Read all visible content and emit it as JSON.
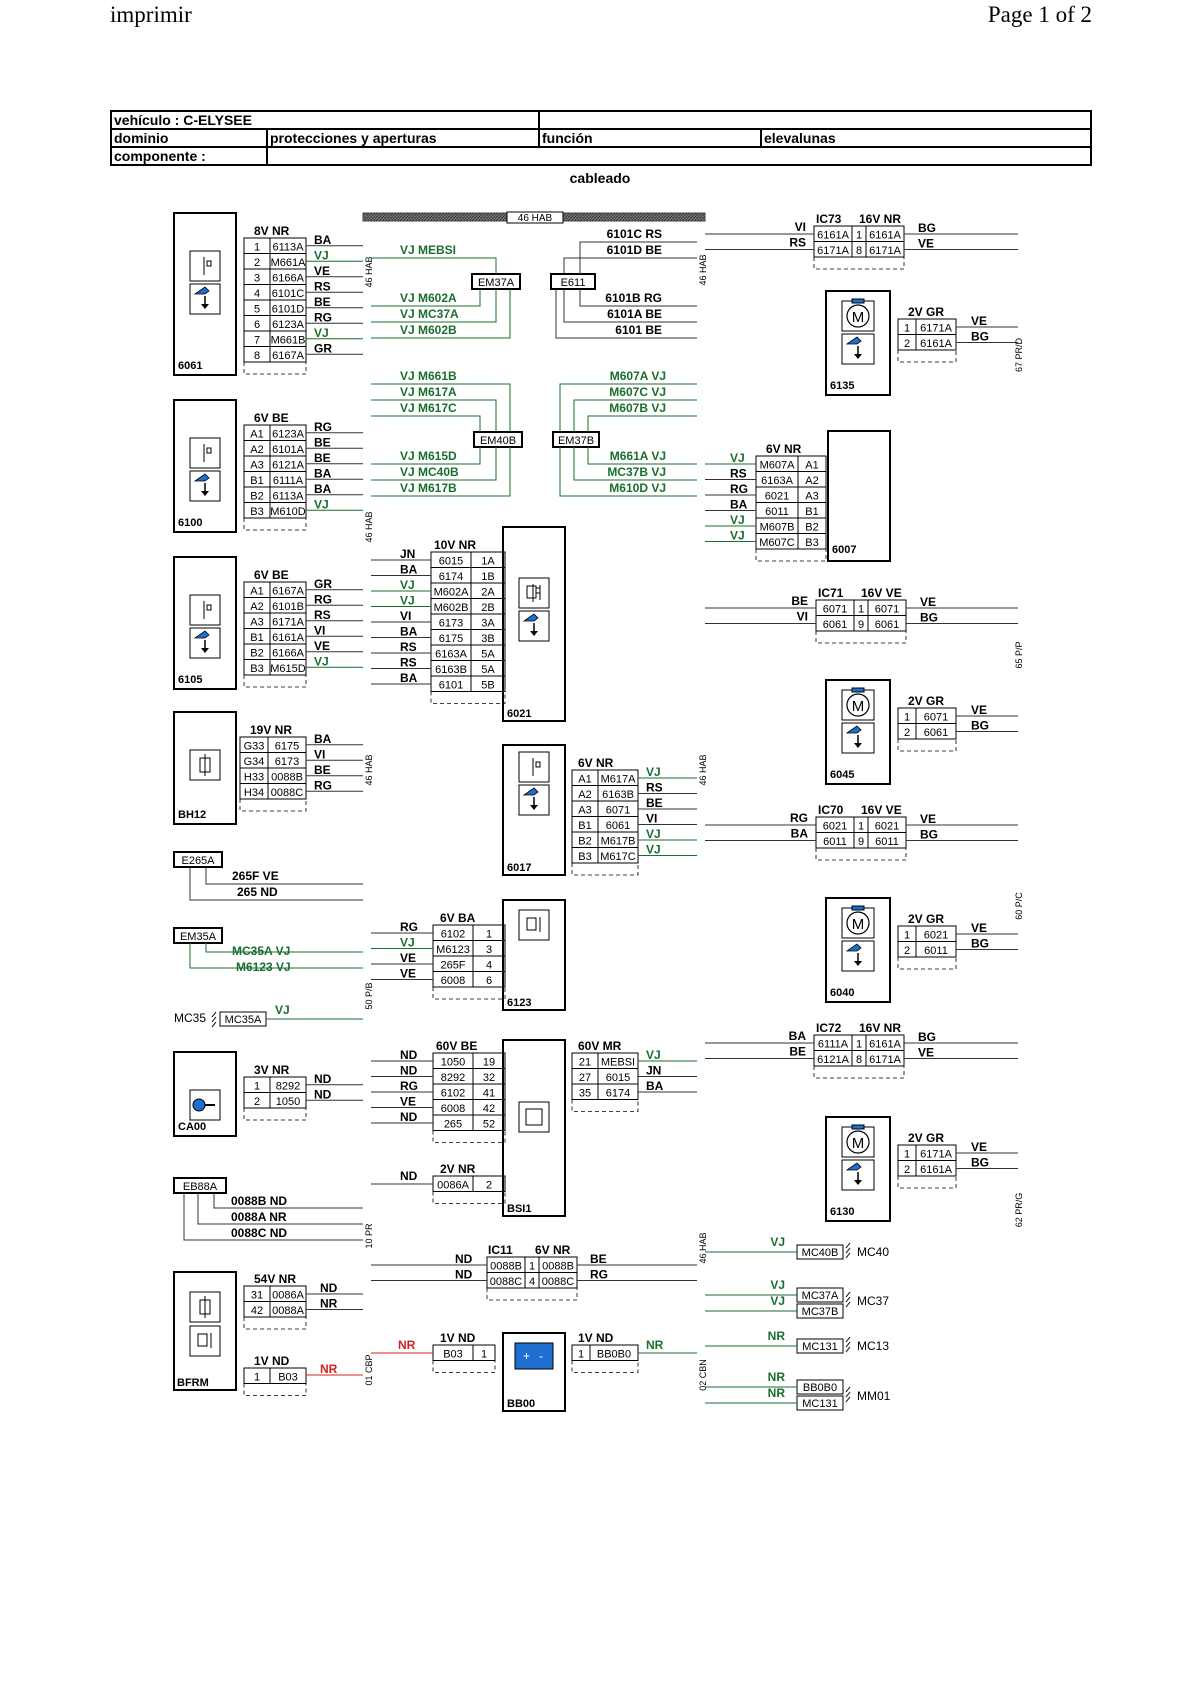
{
  "page": {
    "left": "imprimir",
    "right": "Page 1 of 2"
  },
  "header": {
    "vehiculo_label": "vehículo : C-ELYSEE",
    "dominio_label": "dominio",
    "dominio_value": "protecciones y aperturas",
    "funcion_label": "función",
    "funcion_value": "elevalunas",
    "componente_label": "componente :"
  },
  "subtitle": "cableado",
  "bus_labels": {
    "top": "46 HAB",
    "left1": "46 HAB",
    "left2": "46 HAB",
    "left3": "46 HAB",
    "left4": "50 P/B",
    "left5": "10 PR",
    "left6": "01 CBP",
    "mid1": "46 HAB",
    "mid2": "46 HAB",
    "mid3": "46 HAB",
    "mid4": "02 CBN",
    "r1": "67 PR/D",
    "r2": "65 P/P",
    "r3": "60 P/C",
    "r4": "62 PR/G"
  },
  "colors": {
    "wire": "#333333",
    "green": "#1a6e2e",
    "red": "#d42020",
    "bus": "#555555",
    "icon_blue": "#1e6fd0"
  },
  "components": [
    {
      "id": "6061",
      "icon": "window-switch-icon",
      "header": "8V NR",
      "pins": [
        [
          "1",
          "6113A"
        ],
        [
          "2",
          "M661A"
        ],
        [
          "3",
          "6166A"
        ],
        [
          "4",
          "6101C"
        ],
        [
          "5",
          "6101D"
        ],
        [
          "6",
          "6123A"
        ],
        [
          "7",
          "M661B"
        ],
        [
          "8",
          "6167A"
        ]
      ],
      "wires": [
        "BA",
        "VJ",
        "VE",
        "RS",
        "BE",
        "RG",
        "VJ",
        "GR"
      ]
    },
    {
      "id": "6100",
      "icon": "window-switch-icon",
      "header": "6V BE",
      "pins": [
        [
          "A1",
          "6123A"
        ],
        [
          "A2",
          "6101A"
        ],
        [
          "A3",
          "6121A"
        ],
        [
          "B1",
          "6111A"
        ],
        [
          "B2",
          "6113A"
        ],
        [
          "B3",
          "M610D"
        ]
      ],
      "wires": [
        "RG",
        "BE",
        "BE",
        "BA",
        "BA",
        "VJ"
      ]
    },
    {
      "id": "6105",
      "icon": "window-switch-icon",
      "header": "6V BE",
      "pins": [
        [
          "A1",
          "6167A"
        ],
        [
          "A2",
          "6101B"
        ],
        [
          "A3",
          "6171A"
        ],
        [
          "B1",
          "6161A"
        ],
        [
          "B2",
          "6166A"
        ],
        [
          "B3",
          "M615D"
        ]
      ],
      "wires": [
        "GR",
        "RG",
        "RS",
        "VI",
        "VE",
        "VJ"
      ]
    },
    {
      "id": "BH12",
      "icon": "fuse-icon",
      "header": "19V NR",
      "pins": [
        [
          "G33",
          "6175"
        ],
        [
          "G34",
          "6173"
        ],
        [
          "H33",
          "0088B"
        ],
        [
          "H34",
          "0088C"
        ]
      ],
      "wires": [
        "BA",
        "VI",
        "BE",
        "RG"
      ]
    },
    {
      "id": "CA00",
      "icon": "ignition-key-icon",
      "header": "3V NR",
      "pins": [
        [
          "1",
          "8292"
        ],
        [
          "2",
          "1050"
        ]
      ],
      "wires": [
        "ND",
        "ND"
      ]
    },
    {
      "id": "6021",
      "icon": "window-switch-icon",
      "header": "10V NR",
      "pins": [
        [
          "6015",
          "1A"
        ],
        [
          "6174",
          "1B"
        ],
        [
          "M602A",
          "2A"
        ],
        [
          "M602B",
          "2B"
        ],
        [
          "6173",
          "3A"
        ],
        [
          "6175",
          "3B"
        ],
        [
          "6163A",
          "5A"
        ],
        [
          "6163B",
          "5A"
        ],
        [
          "6101",
          "5B"
        ]
      ],
      "wires": [
        "JN",
        "BA",
        "VJ",
        "VJ",
        "VI",
        "BA",
        "RS",
        "RS",
        "BA"
      ]
    },
    {
      "id": "6017",
      "icon": "window-switch-icon",
      "header": "6V NR",
      "pins": [
        [
          "A1",
          "M617A"
        ],
        [
          "A2",
          "6163B"
        ],
        [
          "A3",
          "6071"
        ],
        [
          "B1",
          "6061"
        ],
        [
          "B2",
          "M617B"
        ],
        [
          "B3",
          "M617C"
        ]
      ],
      "wires": [
        "VJ",
        "RS",
        "BE",
        "VI",
        "VJ",
        "VJ"
      ]
    },
    {
      "id": "6123",
      "icon": "relay-icon",
      "header": "6V BA",
      "pins": [
        [
          "6102",
          "1"
        ],
        [
          "M6123",
          "3"
        ],
        [
          "265F",
          "4"
        ],
        [
          "6008",
          "6"
        ]
      ],
      "wires": [
        "RG",
        "VJ",
        "VE",
        "VE"
      ]
    },
    {
      "id": "BSI1",
      "icon": "module-icon",
      "header": "60V BE",
      "pins": [
        [
          "1050",
          "19"
        ],
        [
          "8292",
          "32"
        ],
        [
          "6102",
          "41"
        ],
        [
          "6008",
          "42"
        ],
        [
          "265",
          "52"
        ]
      ],
      "wires": [
        "ND",
        "ND",
        "RG",
        "VE",
        "ND"
      ],
      "header2": "60V MR",
      "pins2": [
        [
          "21",
          "MEBSI"
        ],
        [
          "27",
          "6015"
        ],
        [
          "35",
          "6174"
        ]
      ],
      "wires2": [
        "VJ",
        "JN",
        "BA"
      ],
      "header3": "2V NR",
      "pins3": [
        [
          "0086A",
          "2"
        ]
      ],
      "wires3": [
        "ND"
      ]
    },
    {
      "id": "BFRM",
      "icon": "fuse-icon",
      "header": "54V NR",
      "pins": [
        [
          "31",
          "0086A"
        ],
        [
          "42",
          "0088A"
        ]
      ],
      "wires": [
        "ND",
        "NR"
      ],
      "header2": "1V ND",
      "pins2": [
        [
          "1",
          "B03"
        ]
      ],
      "wires2": [
        "NR"
      ]
    },
    {
      "id": "BB00",
      "icon": "battery-icon",
      "header": "1V ND",
      "pins": [
        [
          "B03",
          "1"
        ]
      ],
      "wires": [
        "NR"
      ],
      "header2": "1V ND",
      "pins2": [
        [
          "1",
          "BB0B0"
        ]
      ],
      "wires2": [
        "NR"
      ]
    },
    {
      "id": "6007",
      "icon": "module-icon",
      "header": "6V NR",
      "pins": [
        [
          "M607A",
          "A1"
        ],
        [
          "6163A",
          "A2"
        ],
        [
          "6021",
          "A3"
        ],
        [
          "6011",
          "B1"
        ],
        [
          "M607B",
          "B2"
        ],
        [
          "M607C",
          "B3"
        ]
      ],
      "wires": [
        "VJ",
        "RS",
        "RG",
        "BA",
        "VJ",
        "VJ"
      ]
    },
    {
      "id": "6135",
      "icon": "motor-icon",
      "header": "2V GR",
      "pins": [
        [
          "1",
          "6171A"
        ],
        [
          "2",
          "6161A"
        ]
      ],
      "wires": [
        "VE",
        "BG"
      ]
    },
    {
      "id": "6045",
      "icon": "motor-icon",
      "header": "2V GR",
      "pins": [
        [
          "1",
          "6071"
        ],
        [
          "2",
          "6061"
        ]
      ],
      "wires": [
        "VE",
        "BG"
      ]
    },
    {
      "id": "6040",
      "icon": "motor-icon",
      "header": "2V GR",
      "pins": [
        [
          "1",
          "6021"
        ],
        [
          "2",
          "6011"
        ]
      ],
      "wires": [
        "VE",
        "BG"
      ]
    },
    {
      "id": "6130",
      "icon": "motor-icon",
      "header": "2V GR",
      "pins": [
        [
          "1",
          "6171A"
        ],
        [
          "2",
          "6161A"
        ]
      ],
      "wires": [
        "VE",
        "BG"
      ]
    }
  ],
  "interconnects": [
    {
      "id": "IC73",
      "header": "16V NR",
      "rows": [
        [
          "6161A",
          "1",
          "6161A"
        ],
        [
          "6171A",
          "8",
          "6171A"
        ]
      ],
      "left": [
        "VI",
        "RS"
      ],
      "right": [
        "BG",
        "VE"
      ]
    },
    {
      "id": "IC71",
      "header": "16V VE",
      "rows": [
        [
          "6071",
          "1",
          "6071"
        ],
        [
          "6061",
          "9",
          "6061"
        ]
      ],
      "left": [
        "BE",
        "VI"
      ],
      "right": [
        "VE",
        "BG"
      ]
    },
    {
      "id": "IC70",
      "header": "16V VE",
      "rows": [
        [
          "6021",
          "1",
          "6021"
        ],
        [
          "6011",
          "9",
          "6011"
        ]
      ],
      "left": [
        "RG",
        "BA"
      ],
      "right": [
        "VE",
        "BG"
      ]
    },
    {
      "id": "IC72",
      "header": "16V NR",
      "rows": [
        [
          "6111A",
          "1",
          "6161A"
        ],
        [
          "6121A",
          "8",
          "6171A"
        ]
      ],
      "left": [
        "BA",
        "BE"
      ],
      "right": [
        "BG",
        "VE"
      ]
    },
    {
      "id": "IC11",
      "header": "6V NR",
      "rows": [
        [
          "0088B",
          "1",
          "0088B"
        ],
        [
          "0088C",
          "4",
          "0088C"
        ]
      ],
      "left": [
        "ND",
        "ND"
      ],
      "right": [
        "BE",
        "RG"
      ]
    }
  ],
  "splices": {
    "EM37A": {
      "label": "EM37A",
      "wires": [
        "VJ MEBSI",
        "VJ M602A",
        "VJ MC37A",
        "VJ M602B"
      ]
    },
    "E611": {
      "label": "E611",
      "wires": [
        "6101C RS",
        "6101D BE",
        "6101B RG",
        "6101A BE",
        "6101 BE"
      ]
    },
    "EM40B": {
      "label": "EM40B",
      "wires": [
        "VJ M661B",
        "VJ M617A",
        "VJ M617C",
        "VJ M615D",
        "VJ MC40B",
        "VJ M617B"
      ]
    },
    "EM37B": {
      "label": "EM37B",
      "wires": [
        "M607A VJ",
        "M607C VJ",
        "M607B VJ",
        "M661A VJ",
        "MC37B VJ",
        "M610D VJ"
      ]
    },
    "E265A": {
      "label": "E265A",
      "wires": [
        "265F VE",
        "265 ND"
      ]
    },
    "EM35A": {
      "label": "EM35A",
      "wires": [
        "MC35A VJ",
        "M6123 VJ"
      ]
    },
    "EB88A": {
      "label": "EB88A",
      "wires": [
        "0088B ND",
        "0088A NR",
        "0088C ND"
      ]
    }
  },
  "grounds": [
    {
      "id": "MC35",
      "conn": "MC35A",
      "wire": "VJ",
      "label": "MC35"
    },
    {
      "id": "MC40",
      "conn": "MC40B",
      "wire": "VJ",
      "label": "MC40"
    },
    {
      "id": "MC37",
      "conn": [
        "MC37A",
        "MC37B"
      ],
      "wire": [
        "VJ",
        "VJ"
      ],
      "label": "MC37"
    },
    {
      "id": "MC13",
      "conn": "MC131",
      "wire": "NR",
      "label": "MC13"
    },
    {
      "id": "MM01",
      "conn": [
        "BB0B0",
        "MC131"
      ],
      "wire": [
        "NR",
        "NR"
      ],
      "label": "MM01"
    }
  ]
}
